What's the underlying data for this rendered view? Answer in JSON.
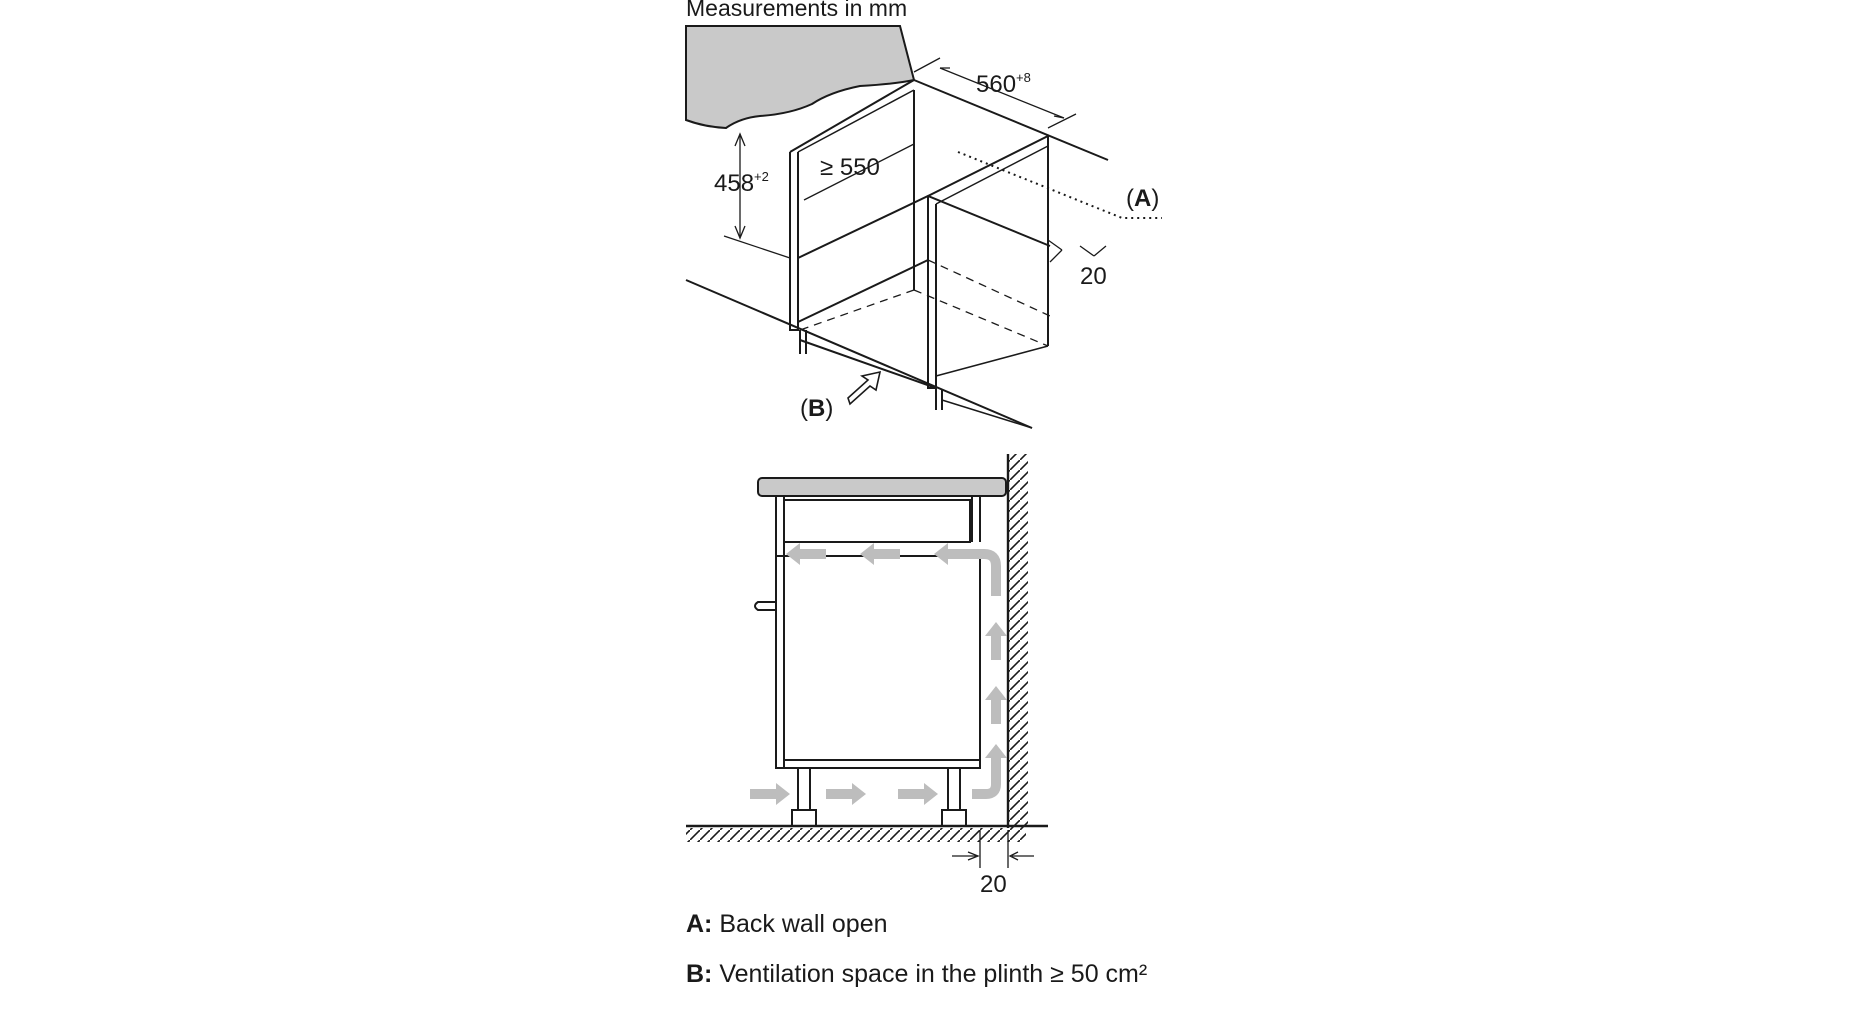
{
  "header": {
    "measurements_note": "Measurements in mm"
  },
  "dimensions": {
    "width": "560",
    "width_tolerance": "+8",
    "depth": "≥ 550",
    "height": "458",
    "height_tolerance": "+2",
    "rear_gap_top": "20",
    "rear_gap_bottom": "20"
  },
  "callouts": {
    "a": "A",
    "b": "B"
  },
  "legend": {
    "a_key": "A:",
    "a_text": "Back wall open",
    "b_key": "B:",
    "b_text": "Ventilation space in the plinth ≥ 50 cm²"
  },
  "colors": {
    "line": "#1a1a1a",
    "worktop": "#c9c9c9",
    "airflow_arrow": "#bdbdbd"
  }
}
